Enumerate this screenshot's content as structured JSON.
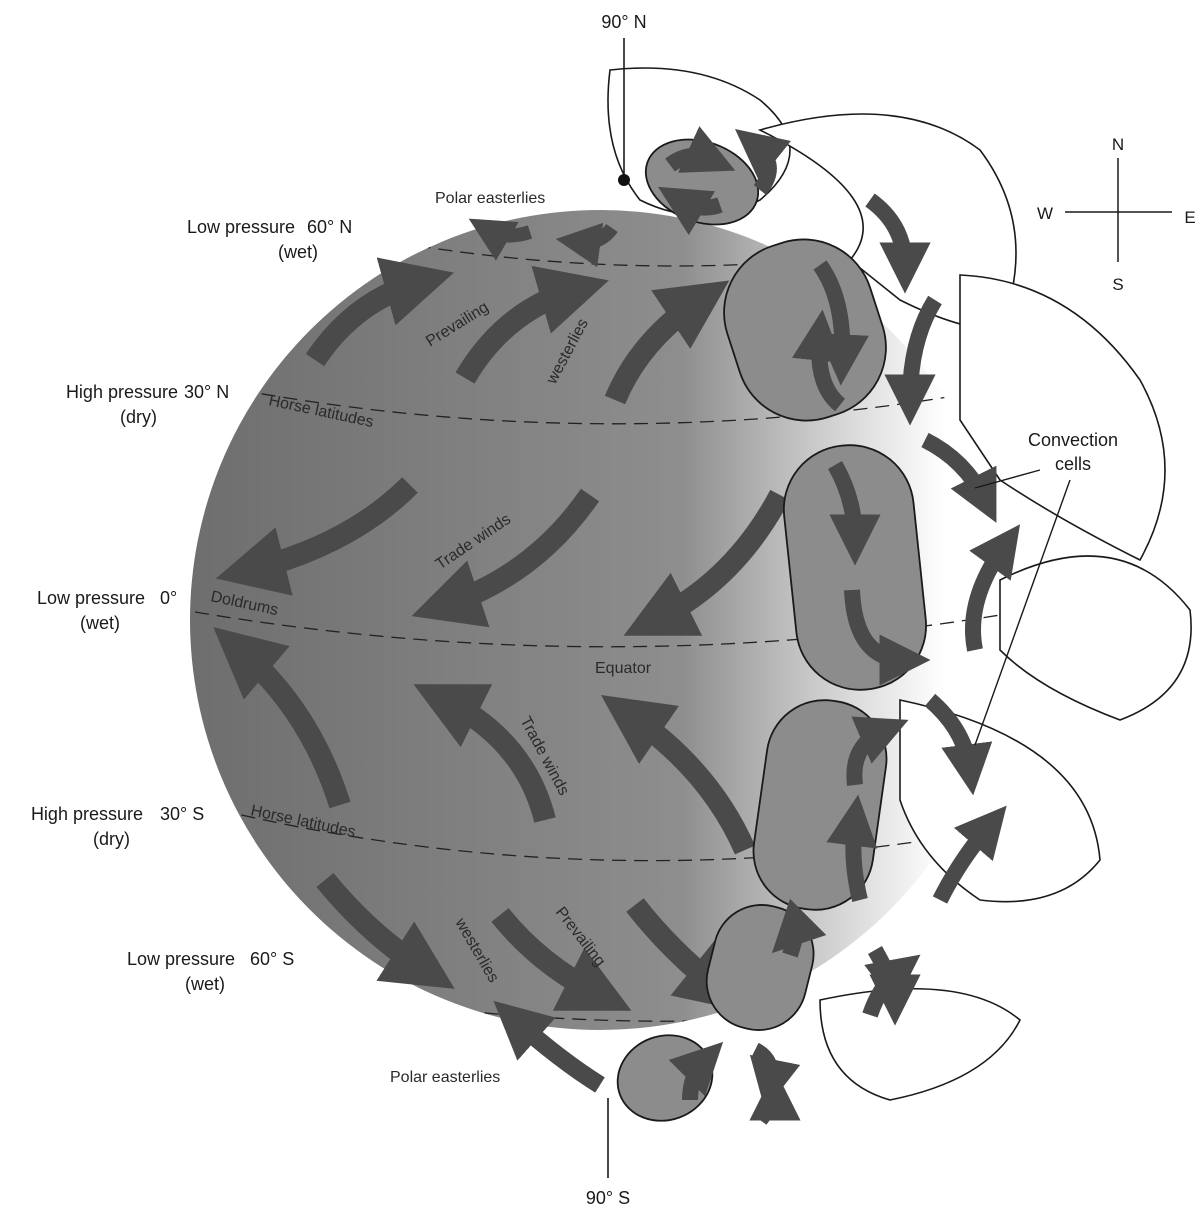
{
  "poles": {
    "north": "90° N",
    "south": "90° S"
  },
  "compass": {
    "n": "N",
    "s": "S",
    "e": "E",
    "w": "W"
  },
  "latitudes": {
    "n60": {
      "pressure": "Low pressure",
      "lat": "60° N",
      "note": "(wet)"
    },
    "n30": {
      "pressure": "High pressure",
      "lat": "30° N",
      "note": "(dry)"
    },
    "eq": {
      "pressure": "Low pressure",
      "lat": "0°",
      "note": "(wet)"
    },
    "s30": {
      "pressure": "High pressure",
      "lat": "30° S",
      "note": "(dry)"
    },
    "s60": {
      "pressure": "Low pressure",
      "lat": "60° S",
      "note": "(wet)"
    }
  },
  "winds": {
    "polar_north": "Polar easterlies",
    "polar_south": "Polar easterlies",
    "prevailing_north": "Prevailing",
    "westerlies_north": "westerlies",
    "prevailing_south": "Prevailing",
    "westerlies_south": "westerlies",
    "horse_north": "Horse latitudes",
    "horse_south": "Horse latitudes",
    "trade_north": "Trade winds",
    "trade_south": "Trade winds",
    "doldrums": "Doldrums",
    "equator": "Equator"
  },
  "convection": {
    "line1": "Convection",
    "line2": "cells"
  },
  "colors": {
    "globe_dark": "#6e6e6e",
    "globe_light": "#ffffff",
    "arrow": "#4a4a4a",
    "cell_fill": "#8a8a8a",
    "outline": "#1a1a1a"
  }
}
